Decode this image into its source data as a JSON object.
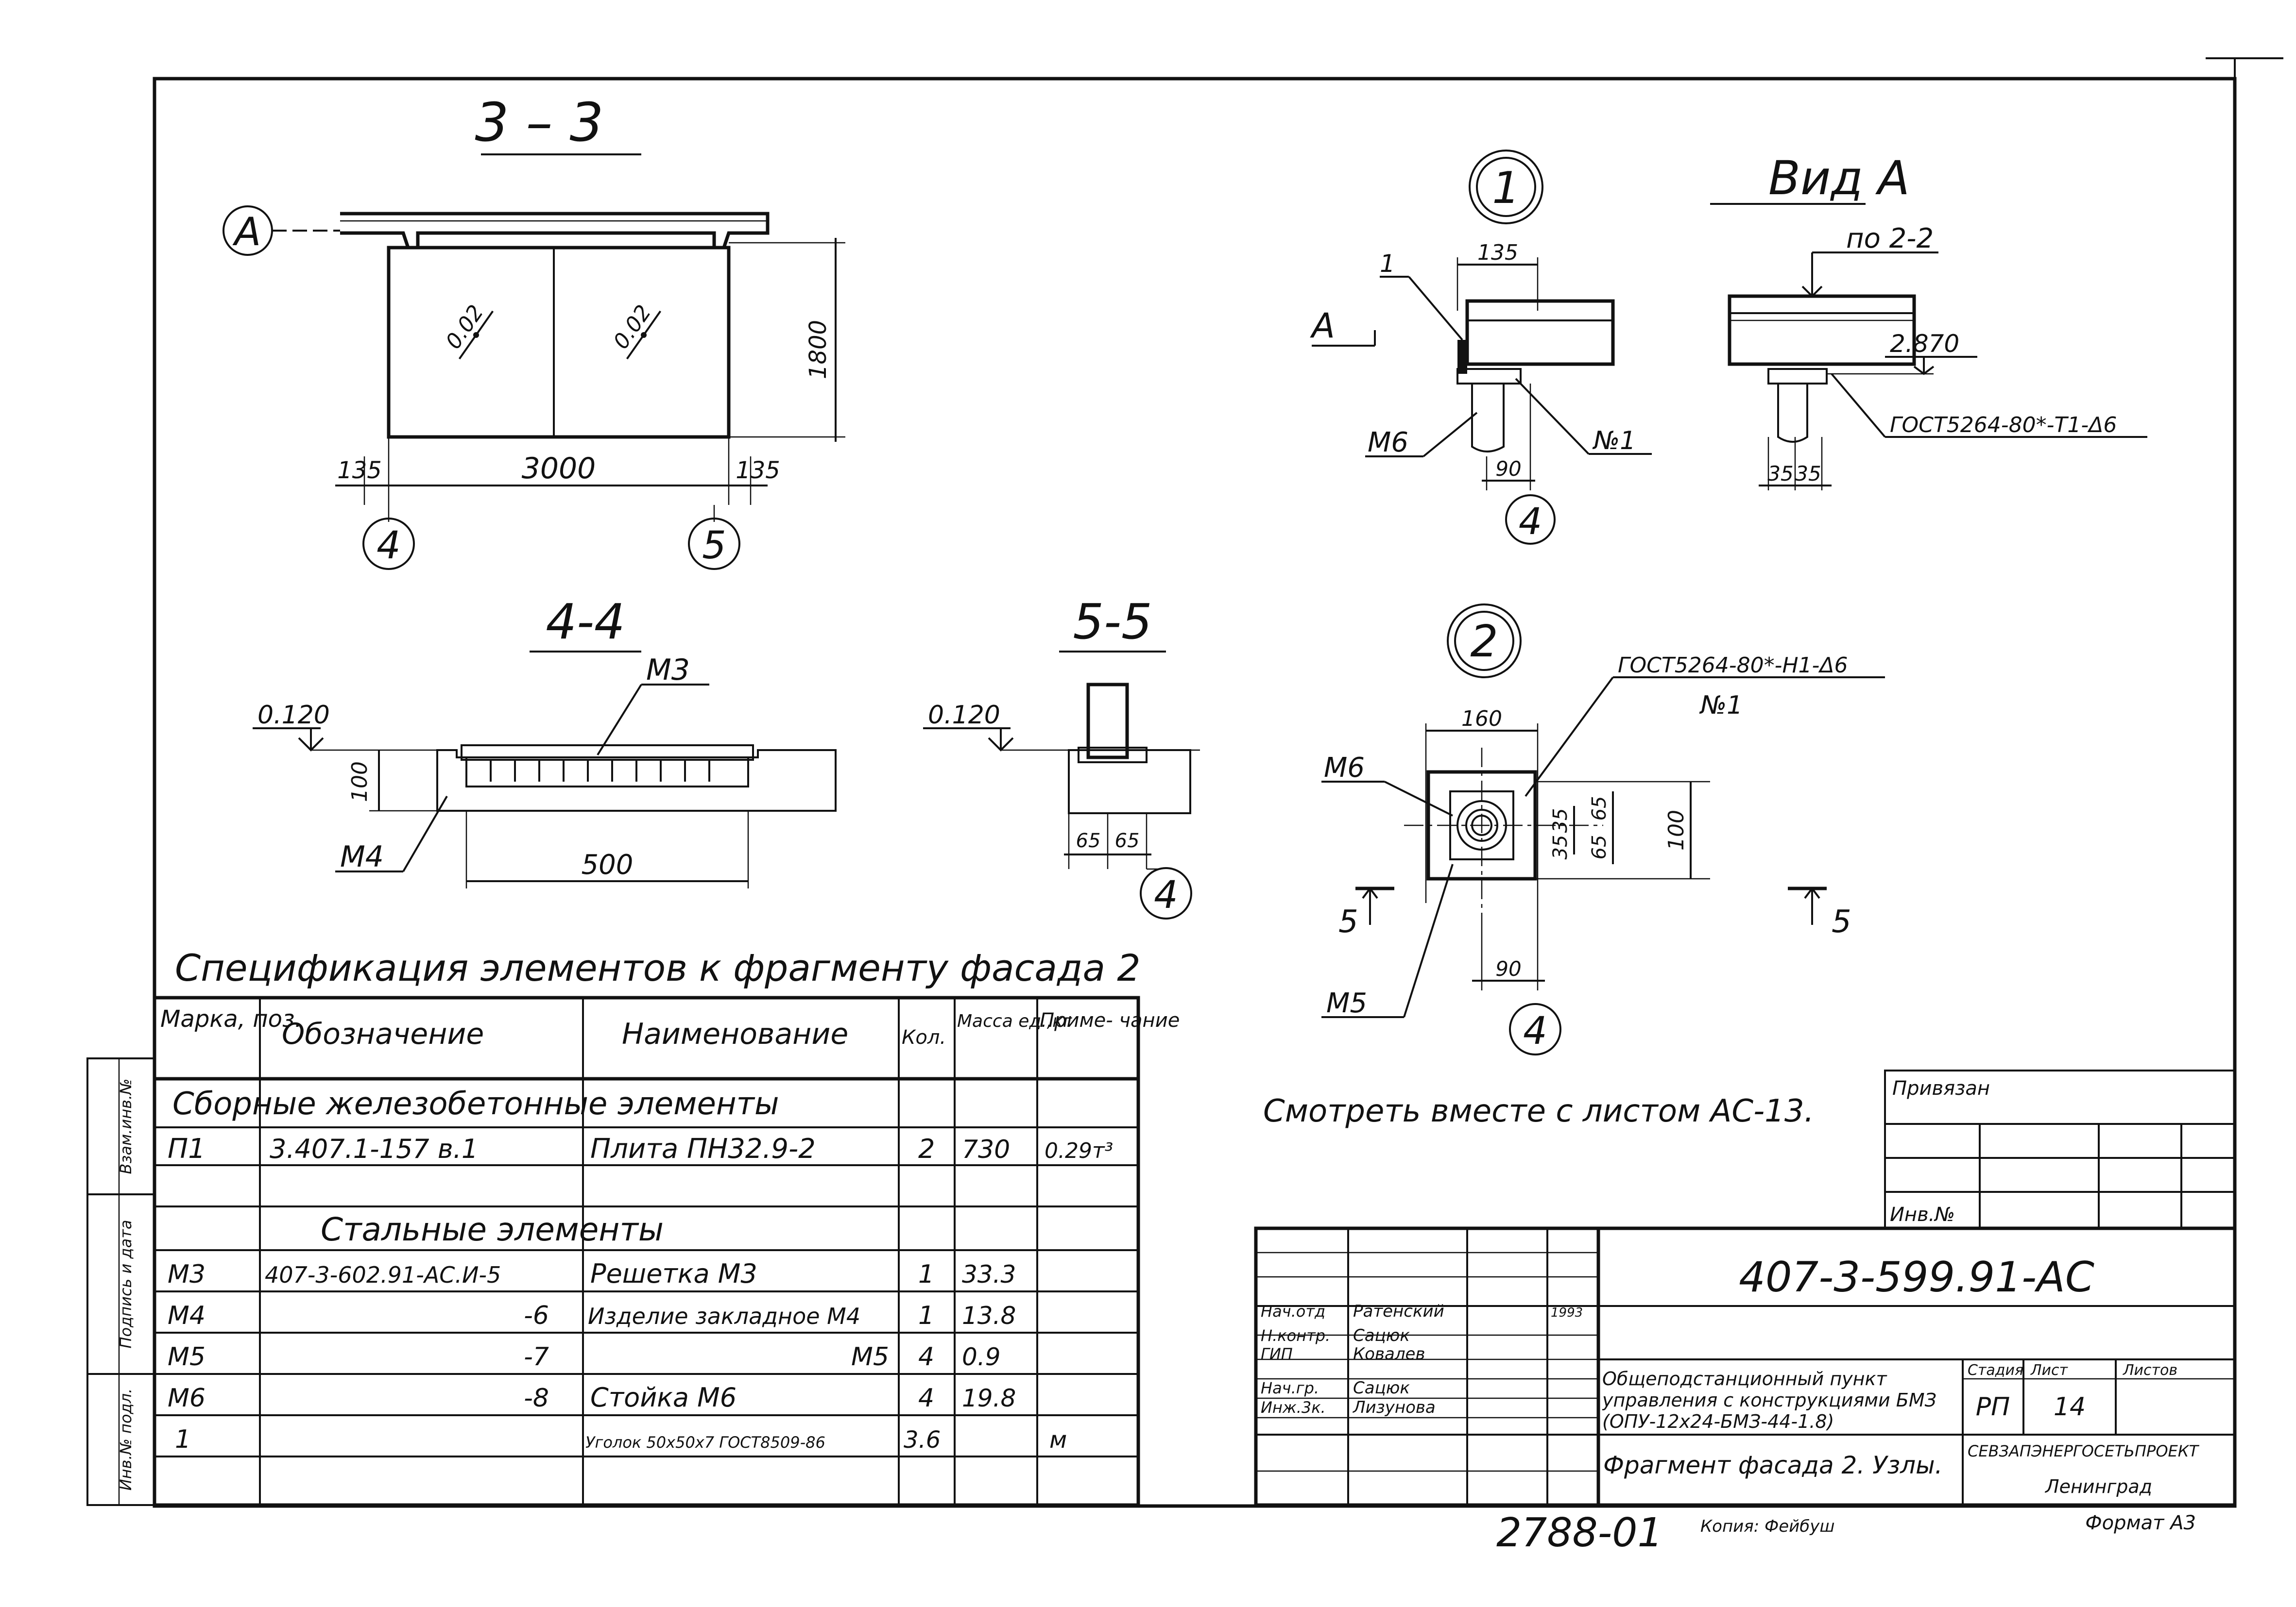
{
  "sections": {
    "s33": {
      "title": "3 – 3",
      "callout_a": "A",
      "slope1": "0.02",
      "slope2": "0.02",
      "dim_height": "1800",
      "dim_left": "135",
      "dim_span": "3000",
      "dim_right": "135",
      "axis_left": "4",
      "axis_right": "5"
    },
    "s44": {
      "title": "4-4",
      "level": "0.120",
      "dim_height": "100",
      "label_top": "M3",
      "label_bottom": "M4",
      "dim_width": "500"
    },
    "s55": {
      "title": "5-5",
      "level": "0.120",
      "dim_a": "65",
      "dim_b": "65",
      "axis": "4"
    }
  },
  "node1": {
    "number": "1",
    "dim_top": "135",
    "label_pos": "1",
    "view_arrow": "A",
    "label_post": "M6",
    "label_weld": "№1",
    "dim_bottom": "90",
    "axis": "4"
  },
  "view_a": {
    "title": "Вид А",
    "ref": "по 2-2",
    "level": "2.870",
    "weld": "ГОСТ5264-80*-Т1-Δ6",
    "dim_a": "35",
    "dim_b": "35"
  },
  "node2": {
    "number": "2",
    "weld": "ГОСТ5264-80*-Н1-Δ6",
    "weld_no": "№1",
    "dim_top": "160",
    "label_post": "M6",
    "d1": "35",
    "d2": "35",
    "d3": "65",
    "d4": "65",
    "d5": "100",
    "section_l": "5",
    "section_r": "5",
    "label_plate": "M5",
    "dim_bottom": "90",
    "axis": "4"
  },
  "note": "Смотреть вместе с листом АС-13.",
  "spec": {
    "title": "Спецификация элементов к фрагменту фасада 2",
    "headers": [
      "Марка, поз.",
      "Обозначение",
      "Наименование",
      "Кол.",
      "Масса ед.,кг",
      "Приме- чание"
    ],
    "groups": [
      {
        "name": "Сборные железобетонные элементы",
        "rows": [
          [
            "П1",
            "3.407.1-157 в.1",
            "Плита ПН32.9-2",
            "2",
            "730",
            "0.29т³"
          ]
        ]
      },
      {
        "name": "Стальные элементы",
        "rows": [
          [
            "М3",
            "407-3-602.91-АС.И-5",
            "Решетка М3",
            "1",
            "33.3",
            ""
          ],
          [
            "М4",
            "-6",
            "Изделие закладное М4",
            "1",
            "13.8",
            ""
          ],
          [
            "М5",
            "-7",
            "М5",
            "4",
            "0.9",
            ""
          ],
          [
            "М6",
            "-8",
            "Стойка М6",
            "4",
            "19.8",
            ""
          ],
          [
            "1",
            "",
            "Уголок 50х50х7 ГОСТ8509-86",
            "3.6",
            "",
            "м"
          ]
        ]
      }
    ]
  },
  "side_stamps": [
    "Инв.№ подл.",
    "Подпись и дата",
    "Взам.инв.№"
  ],
  "privyazan": {
    "label": "Привязан",
    "inv": "Инв.№"
  },
  "title_block": {
    "code": "407-3-599.91-АС",
    "staff": [
      [
        "Нач.отд",
        "Ратенский",
        "",
        "1993"
      ],
      [
        "Н.контр.",
        "Сацюк",
        "",
        ""
      ],
      [
        "ГИП",
        "Ковалев",
        "",
        ""
      ],
      [
        "Нач.гр.",
        "Сацюк",
        "",
        ""
      ],
      [
        "Инж.3к.",
        "Лизунова",
        "",
        ""
      ]
    ],
    "project": "Общеподстанционный пункт управления с конструкциями БМЗ (ОПУ-12х24-БМЗ-44-1.8)",
    "stage_h": "Стадия",
    "sheet_h": "Лист",
    "sheets_h": "Листов",
    "stage": "РП",
    "sheet": "14",
    "sheets": "",
    "drawing": "Фрагмент фасада 2. Узлы.",
    "org": "СЕВЗАПЭНЕРГОСЕТЬПРОЕКТ",
    "city": "Ленинград"
  },
  "footer": {
    "number": "2788-01",
    "copy": "Копия: Фейбуш",
    "format": "Формат А3"
  }
}
